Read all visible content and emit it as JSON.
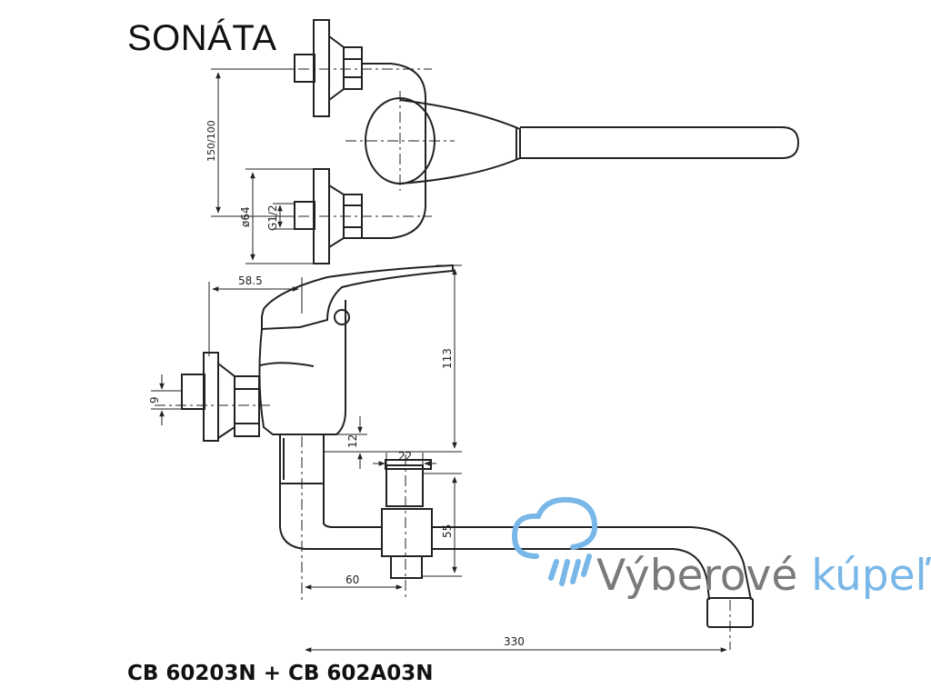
{
  "title": "SONÁTA",
  "footer_codes": "CB 60203N + CB 602A03N",
  "watermark": {
    "word1": "Výberové",
    "word2": "kúpeľ",
    "color_gray": "#7a7a7a",
    "color_blue": "#78b7e8"
  },
  "dimensions": {
    "spacing": "150/100",
    "diameter": "ø64",
    "thread": "G1/2",
    "depth": "58.5",
    "height": "113",
    "nut": "9",
    "offset": "12",
    "nozzle": "22",
    "drop": "55",
    "reach_short": "60",
    "reach_long": "330"
  }
}
